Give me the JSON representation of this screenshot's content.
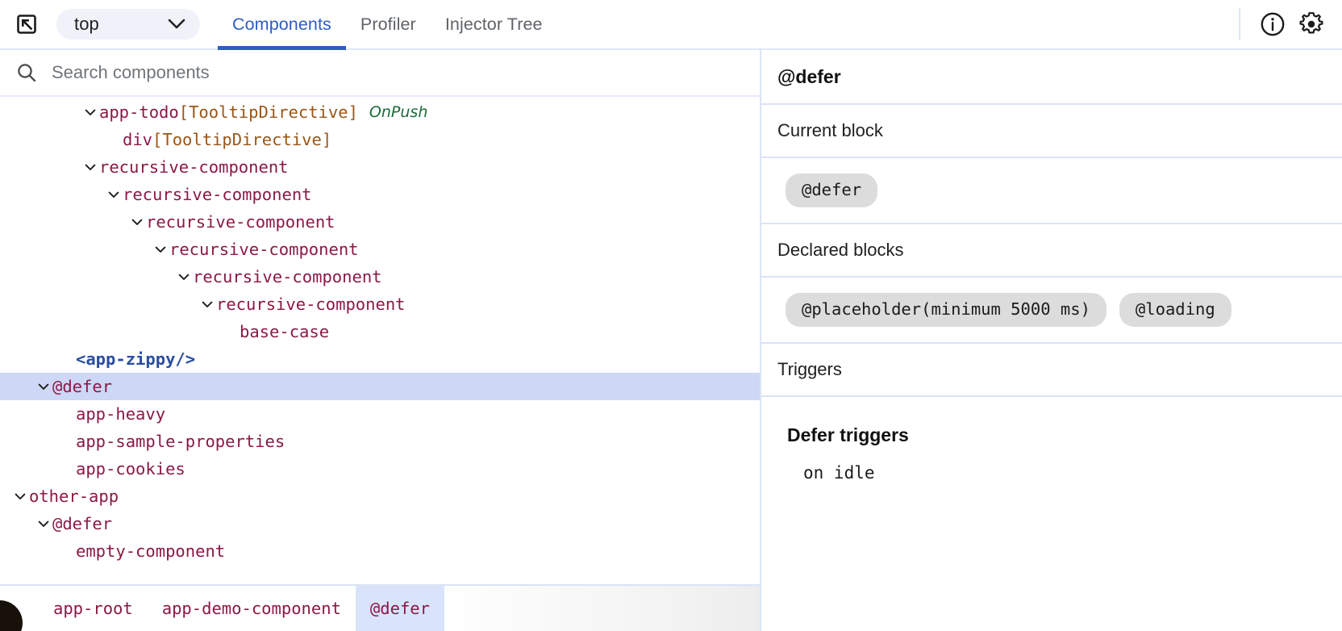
{
  "toolbar": {
    "inspect_icon": "inspect-element-icon",
    "frame_selector": {
      "value": "top",
      "chevron_icon": "chevron-down-icon"
    },
    "tabs": [
      {
        "label": "Components",
        "active": true
      },
      {
        "label": "Profiler",
        "active": false
      },
      {
        "label": "Injector Tree",
        "active": false
      }
    ],
    "info_icon": "info-circle-icon",
    "settings_icon": "gear-icon"
  },
  "search": {
    "placeholder": "Search components",
    "value": "",
    "icon": "search-icon"
  },
  "tree": {
    "nodes": [
      {
        "depth": 3,
        "expandable": true,
        "name": "app-todo",
        "directive": "[TooltipDirective]",
        "flag": "OnPush",
        "style": "component",
        "selected": false
      },
      {
        "depth": 4,
        "expandable": false,
        "name": "div",
        "directive": "[TooltipDirective]",
        "flag": "",
        "style": "component",
        "selected": false
      },
      {
        "depth": 3,
        "expandable": true,
        "name": "recursive-component",
        "directive": "",
        "flag": "",
        "style": "component",
        "selected": false
      },
      {
        "depth": 4,
        "expandable": true,
        "name": "recursive-component",
        "directive": "",
        "flag": "",
        "style": "component",
        "selected": false
      },
      {
        "depth": 5,
        "expandable": true,
        "name": "recursive-component",
        "directive": "",
        "flag": "",
        "style": "component",
        "selected": false
      },
      {
        "depth": 6,
        "expandable": true,
        "name": "recursive-component",
        "directive": "",
        "flag": "",
        "style": "component",
        "selected": false
      },
      {
        "depth": 7,
        "expandable": true,
        "name": "recursive-component",
        "directive": "",
        "flag": "",
        "style": "component",
        "selected": false
      },
      {
        "depth": 8,
        "expandable": true,
        "name": "recursive-component",
        "directive": "",
        "flag": "",
        "style": "component",
        "selected": false
      },
      {
        "depth": 9,
        "expandable": false,
        "name": "base-case",
        "directive": "",
        "flag": "",
        "style": "component",
        "selected": false
      },
      {
        "depth": 2,
        "expandable": false,
        "name": "<app-zippy/>",
        "directive": "",
        "flag": "",
        "style": "element",
        "selected": false
      },
      {
        "depth": 1,
        "expandable": true,
        "name": "@defer",
        "directive": "",
        "flag": "",
        "style": "component",
        "selected": true
      },
      {
        "depth": 2,
        "expandable": false,
        "name": "app-heavy",
        "directive": "",
        "flag": "",
        "style": "component",
        "selected": false
      },
      {
        "depth": 2,
        "expandable": false,
        "name": "app-sample-properties",
        "directive": "",
        "flag": "",
        "style": "component",
        "selected": false
      },
      {
        "depth": 2,
        "expandable": false,
        "name": "app-cookies",
        "directive": "",
        "flag": "",
        "style": "component",
        "selected": false
      },
      {
        "depth": 0,
        "expandable": true,
        "name": "other-app",
        "directive": "",
        "flag": "",
        "style": "component",
        "selected": false
      },
      {
        "depth": 1,
        "expandable": true,
        "name": "@defer",
        "directive": "",
        "flag": "",
        "style": "component",
        "selected": false
      },
      {
        "depth": 2,
        "expandable": false,
        "name": "empty-component",
        "directive": "",
        "flag": "",
        "style": "component",
        "selected": false
      }
    ]
  },
  "breadcrumb": {
    "items": [
      {
        "label": "app-root",
        "active": false
      },
      {
        "label": "app-demo-component",
        "active": false
      },
      {
        "label": "@defer",
        "active": true
      }
    ]
  },
  "details": {
    "title": "@defer",
    "current_block_label": "Current block",
    "current_blocks": [
      "@defer"
    ],
    "declared_blocks_label": "Declared blocks",
    "declared_blocks": [
      "@placeholder(minimum 5000 ms)",
      "@loading"
    ],
    "triggers_label": "Triggers",
    "defer_triggers_heading": "Defer triggers",
    "defer_triggers": [
      "on idle"
    ]
  },
  "colors": {
    "accent": "#2f5bc5",
    "component_name": "#8b1846",
    "directive_name": "#9a5618",
    "element_name": "#2b4da0",
    "onpush_flag": "#1a6b38",
    "selection": "#ccd8f5",
    "chip_bg": "#dcdcdc",
    "border": "#dbe3f6"
  }
}
